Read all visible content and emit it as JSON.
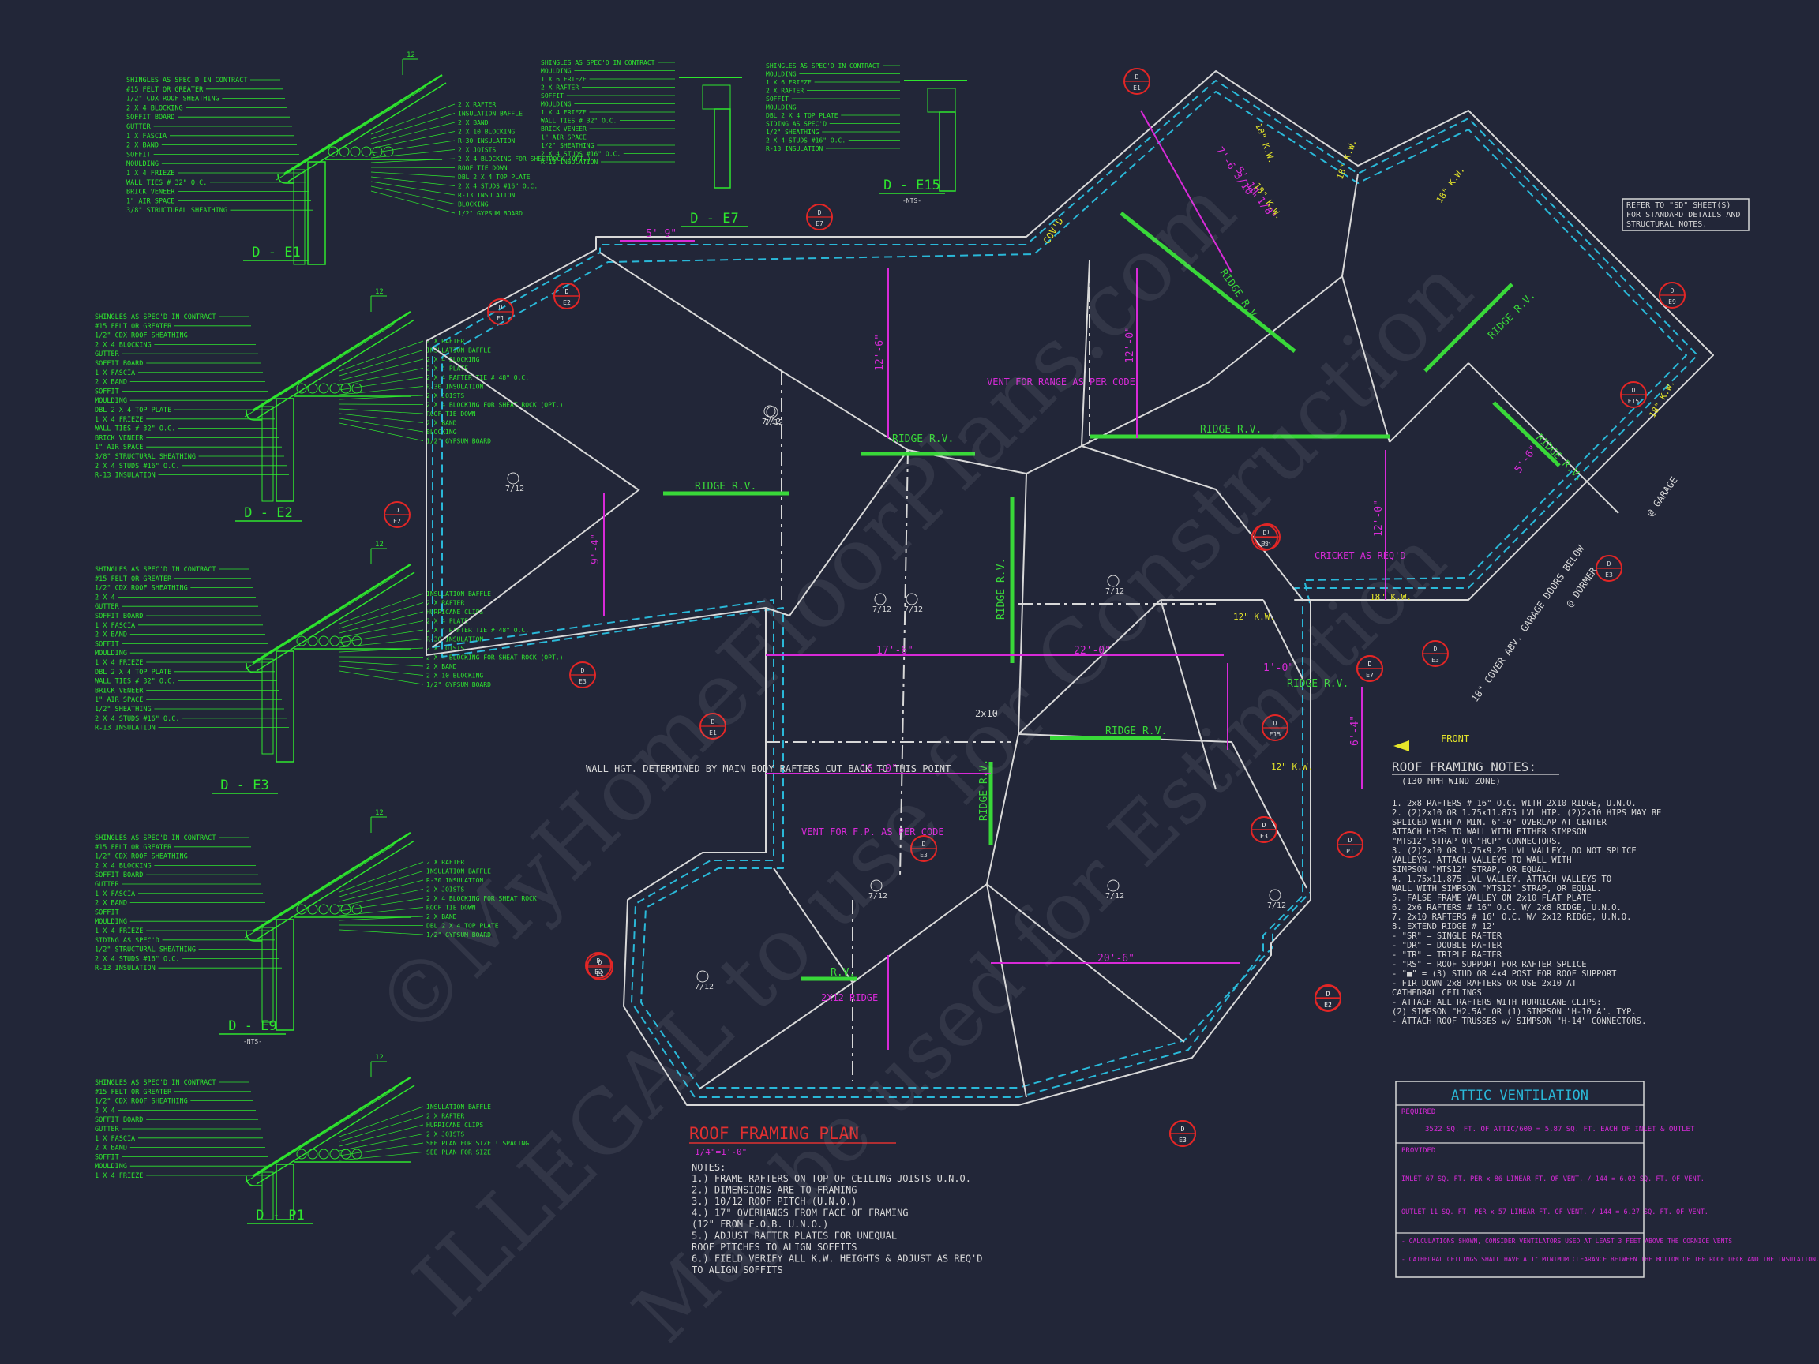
{
  "details": [
    {
      "id": "d-e1",
      "title": "D - E1",
      "subtitle": "",
      "pitch": "12",
      "left_labels": [
        "SHINGLES AS SPEC'D IN CONTRACT",
        "#15 FELT OR GREATER",
        "1/2\" CDX ROOF SHEATHING",
        "2 X 4 BLOCKING",
        "SOFFIT BOARD",
        "GUTTER",
        "1 X FASCIA",
        "2 X BAND",
        "SOFFIT",
        "MOULDING",
        "1 X 4 FRIEZE",
        "WALL TIES # 32\" O.C.",
        "BRICK VENEER",
        "1\" AIR SPACE",
        "3/8\" STRUCTURAL SHEATHING"
      ],
      "right_labels": [
        "2 X RAFTER",
        "INSULATION BAFFLE",
        "2 X BAND",
        "2 X 10 BLOCKING",
        "R-30 INSULATION",
        "2 X JOISTS",
        "2 X 4 BLOCKING FOR SHEETROCK (OPT.)",
        "ROOF TIE DOWN",
        "DBL 2 X 4 TOP PLATE",
        "2 X 4 STUDS #16\" O.C.",
        "R-13 INSULATION",
        "BLOCKING",
        "1/2\" GYPSUM BOARD"
      ]
    },
    {
      "id": "d-e2",
      "title": "D - E2",
      "subtitle": "",
      "pitch": "12",
      "left_labels": [
        "SHINGLES AS SPEC'D IN CONTRACT",
        "#15 FELT OR GREATER",
        "1/2\" CDX ROOF SHEATHING",
        "2 X 4 BLOCKING",
        "GUTTER",
        "SOFFIT BOARD",
        "1 X FASCIA",
        "2 X BAND",
        "SOFFIT",
        "MOULDING",
        "DBL 2 X 4 TOP PLATE",
        "1 X 4 FRIEZE",
        "WALL TIES # 32\" O.C.",
        "BRICK VENEER",
        "1\" AIR SPACE",
        "3/8\" STRUCTURAL SHEATHING",
        "2 X 4 STUDS #16\" O.C.",
        "R-13 INSULATION"
      ],
      "right_labels": [
        "2 X RAFTER",
        "INSULATION BAFFLE",
        "2 X 4 BLOCKING",
        "2 X 4 PLATE",
        "2 X 4 RAFTER TIE # 48\" O.C.",
        "R-30 INSULATION",
        "2 X JOISTS",
        "2 X 4 BLOCKING FOR SHEAT ROCK (OPT.)",
        "ROOF TIE DOWN",
        "2 X BAND",
        "BLOCKING",
        "1/2\" GYPSUM BOARD"
      ]
    },
    {
      "id": "d-e3",
      "title": "D - E3",
      "subtitle": "",
      "pitch": "12",
      "left_labels": [
        "SHINGLES AS SPEC'D IN CONTRACT",
        "#15 FELT OR GREATER",
        "1/2\" CDX ROOF SHEATHING",
        "2 X 4",
        "GUTTER",
        "SOFFIT BOARD",
        "1 X FASCIA",
        "2 X BAND",
        "SOFFIT",
        "MOULDING",
        "1 X 4 FRIEZE",
        "DBL 2 X 4 TOP PLATE",
        "WALL TIES # 32\" O.C.",
        "BRICK VENEER",
        "1\" AIR SPACE",
        "1/2\" SHEATHING",
        "2 X 4 STUDS #16\" O.C.",
        "R-13 INSULATION"
      ],
      "right_labels": [
        "INSULATION BAFFLE",
        "2 X RAFTER",
        "HURRICANE CLIPS",
        "2 X 4 PLATE",
        "2 X 4 RAFTER TIE # 48\" O.C.",
        "R-30 INSULATION",
        "2 X JOISTS",
        "2 X 4 BLOCKING FOR SHEAT ROCK (OPT.)",
        "2 X BAND",
        "2 X 10 BLOCKING",
        "1/2\" GYPSUM BOARD"
      ]
    },
    {
      "id": "d-e9",
      "title": "D - E9",
      "subtitle": "-NTS-",
      "pitch": "12",
      "left_labels": [
        "SHINGLES AS SPEC'D IN CONTRACT",
        "#15 FELT OR GREATER",
        "1/2\" CDX ROOF SHEATHING",
        "2 X 4 BLOCKING",
        "SOFFIT BOARD",
        "GUTTER",
        "1 X FASCIA",
        "2 X BAND",
        "SOFFIT",
        "MOULDING",
        "1 X 4 FRIEZE",
        "SIDING AS SPEC'D",
        "1/2\" STRUCTURAL SHEATHING",
        "2 X 4 STUDS #16\" O.C.",
        "R-13 INSULATION"
      ],
      "right_labels": [
        "2 X RAFTER",
        "INSULATION BAFFLE",
        "R-30 INSULATION",
        "2 X JOISTS",
        "2 X 4 BLOCKING FOR SHEAT ROCK",
        "ROOF TIE DOWN",
        "2 X BAND",
        "DBL 2 X 4 TOP PLATE",
        "1/2\" GYPSUM BOARD"
      ]
    },
    {
      "id": "d-p1",
      "title": "D - P1",
      "subtitle": "",
      "pitch": "12",
      "left_labels": [
        "SHINGLES AS SPEC'D IN CONTRACT",
        "#15 FELT OR GREATER",
        "1/2\" CDX ROOF SHEATHING",
        "2 X 4",
        "SOFFIT BOARD",
        "GUTTER",
        "1 X FASCIA",
        "2 X BAND",
        "SOFFIT",
        "MOULDING",
        "1 X 4 FRIEZE"
      ],
      "right_labels": [
        "INSULATION BAFFLE",
        "2 X RAFTER",
        "HURRICANE CLIPS",
        "2 X JOISTS",
        "SEE PLAN FOR SIZE ! SPACING",
        "SEE PLAN FOR SIZE"
      ]
    },
    {
      "id": "d-e7",
      "title": "D - E7",
      "subtitle": "",
      "pitch": "",
      "left_labels": [
        "SHINGLES AS SPEC'D IN CONTRACT",
        "MOULDING",
        "1 X 6 FRIEZE",
        "2 X RAFTER",
        "SOFFIT",
        "MOULDING",
        "1 X 4 FRIEZE",
        "WALL TIES # 32\" O.C.",
        "BRICK VENEER",
        "1\" AIR SPACE",
        "1/2\" SHEATHING",
        "2 X 4 STUDS #16\" O.C.",
        "R-13 INSULATION"
      ],
      "right_labels": []
    },
    {
      "id": "d-e15",
      "title": "D - E15",
      "subtitle": "-NTS-",
      "pitch": "",
      "left_labels": [
        "SHINGLES AS SPEC'D IN CONTRACT",
        "MOULDING",
        "1 X 6 FRIEZE",
        "2 X RAFTER",
        "SOFFIT",
        "MOULDING",
        "DBL 2 X 4 TOP PLATE",
        "SIDING AS SPEC'D",
        "1/2\" SHEATHING",
        "2 X 4 STUDS #16\" O.C.",
        "R-13 INSULATION"
      ],
      "right_labels": []
    }
  ],
  "plan": {
    "title": "ROOF FRAMING PLAN",
    "scale": "1/4\"=1'-0\"",
    "notes_heading": "NOTES:",
    "notes": [
      "1.) FRAME RAFTERS ON TOP OF CEILING JOISTS U.N.O.",
      "2.) DIMENSIONS ARE TO FRAMING",
      "3.) 10/12 ROOF PITCH (U.N.O.)",
      "4.) 17\" OVERHANGS FROM FACE OF FRAMING",
      "    (12\" FROM F.O.B. U.N.O.)",
      "5.) ADJUST RAFTER PLATES FOR UNEQUAL",
      "    ROOF PITCHES TO ALIGN SOFFITS",
      "6.) FIELD VERIFY ALL K.W. HEIGHTS & ADJUST AS REQ'D",
      "    TO ALIGN SOFFITS"
    ],
    "ridge_labels": [
      "RIDGE R.V.",
      "RIDGE R.V.",
      "RIDGE R.V.",
      "RIDGE R.V.",
      "RIDGE R.V.",
      "RIDGE R.V.",
      "RIDGE R.V.",
      "RIDGE R.V.",
      "RIDGE R.V.",
      "RIDGE R.V.",
      "R.V."
    ],
    "dims": [
      "5'-9\"",
      "12'-6\"",
      "12'-0\"",
      "9'-4\"",
      "17'-6\"",
      "22'-0\"",
      "16'-0\"",
      "20'-6\"",
      "12'-0\"",
      "5'-10 1/8\"",
      "6'-4\"",
      "1'-0\"",
      "7'-6 3/16\"",
      "5'-6\""
    ],
    "kw_labels": [
      "18\" K.W.",
      "18\" K.W.",
      "18\" K.W.",
      "18\" K.W.",
      "12\" K.W.",
      "12\" K.W.",
      "18\" K.W.",
      "18\" K.W."
    ],
    "pitch_labels": [
      "7/12",
      "7/12",
      "7/12",
      "7/12",
      "7/12",
      "7/12",
      "7/12",
      "7/12",
      "7/12",
      "7/12"
    ],
    "callouts": {
      "vent_range": "VENT FOR RANGE AS PER CODE",
      "vent_fp": "VENT FOR F.P. AS PER CODE",
      "cricket": "CRICKET AS REQ'D",
      "wall_hgt": "WALL HGT. DETERMINED BY MAIN BODY RAFTERS CUT BACK TO THIS POINT",
      "cov_d": "COV'D",
      "ridge_2x12": "2X12 RIDGE",
      "two_x10": "2x10",
      "garage": "@ GARAGE",
      "dormer": "@ DORMER",
      "cover_garage": "18\" COVER ABV. GARAGE DOORS BELOW",
      "front": "FRONT"
    },
    "section_markers": [
      "E2",
      "E1",
      "E2",
      "E2",
      "E3",
      "E7",
      "E1",
      "E3",
      "E3",
      "E2",
      "E3",
      "E3",
      "E3",
      "E7",
      "E15",
      "E3",
      "P1",
      "E2",
      "E2",
      "E2",
      "E3",
      "E7",
      "E9",
      "E15",
      "E3",
      "E1",
      "E3"
    ]
  },
  "refer_note": "REFER TO \"SD\" SHEET(S) FOR STANDARD DETAILS AND STRUCTURAL NOTES.",
  "roof_framing_notes": {
    "title": "ROOF FRAMING NOTES:",
    "subtitle": "(130 MPH WIND ZONE)",
    "items": [
      "1. 2x8 RAFTERS # 16\" O.C. WITH 2X10 RIDGE, U.N.O.",
      "2. (2)2x10 OR 1.75x11.875 LVL HIP. (2)2x10 HIPS MAY BE",
      "   SPLICED WITH A MIN. 6'-0\" OVERLAP AT CENTER",
      "   ATTACH HIPS TO WALL WITH EITHER SIMPSON",
      "   \"MTS12\" STRAP OR \"HCP\" CONNECTORS.",
      "3. (2)2x10 OR 1.75x9.25 LVL VALLEY. DO NOT SPLICE",
      "   VALLEYS. ATTACH VALLEYS TO WALL WITH",
      "   SIMPSON \"MTS12\" STRAP, OR EQUAL.",
      "4. 1.75x11.875 LVL VALLEY. ATTACH VALLEYS TO",
      "   WALL WITH SIMPSON \"MTS12\" STRAP, OR EQUAL.",
      "5. FALSE FRAME VALLEY ON 2x10 FLAT PLATE",
      "6. 2x6 RAFTERS # 16\" O.C. W/ 2x8 RIDGE, U.N.O.",
      "7. 2x10 RAFTERS # 16\" O.C. W/ 2x12 RIDGE, U.N.O.",
      "8. EXTEND RIDGE # 12\"",
      "- \"SR\" = SINGLE RAFTER",
      "- \"DR\" = DOUBLE RAFTER",
      "- \"TR\" = TRIPLE RAFTER",
      "- \"RS\" = ROOF SUPPORT FOR RAFTER SPLICE",
      "- \"■\" = (3) STUD OR 4x4 POST FOR ROOF SUPPORT",
      "- FIR DOWN 2x8 RAFTERS OR USE 2x10 AT",
      "  CATHEDRAL CEILINGS",
      "- ATTACH ALL RAFTERS WITH HURRICANE CLIPS:",
      "  (2) SIMPSON \"H2.5A\" OR (1) SIMPSON \"H-10 A\". TYP.",
      "- ATTACH ROOF TRUSSES w/ SIMPSON \"H-14\" CONNECTORS."
    ]
  },
  "attic_ventilation": {
    "title": "ATTIC VENTILATION",
    "required_label": "REQUIRED",
    "required_line": "3522  SQ. FT. OF ATTIC/600 = 5.87  SQ. FT. EACH OF INLET & OUTLET",
    "provided_label": "PROVIDED",
    "inlet_line": "INLET 67 SQ. FT. PER x 86 LINEAR FT. OF VENT. / 144 = 6.02 SQ. FT. OF VENT.",
    "outlet_line": "OUTLET 11 SQ. FT. PER x 57 LINEAR FT. OF VENT. / 144 = 6.27 SQ. FT. OF VENT.",
    "footnotes": [
      "- CALCULATIONS SHOWN, CONSIDER VENTILATORS USED AT LEAST 3 FEET ABOVE THE CORNICE VENTS",
      "- CATHEDRAL CEILINGS SHALL HAVE A 1\" MINIMUM CLEARANCE BETWEEN THE BOTTOM OF THE ROOF DECK AND THE INSULATION."
    ]
  },
  "watermark": {
    "line1": "©MyHomeFloorPlans.com",
    "line2": "ILLEGAL to use for Construction",
    "line3": "May be used for Estimation"
  },
  "colors": {
    "background": "#222638",
    "detail_green": "#2ee62e",
    "ridge_green": "#39d839",
    "dim_magenta": "#d82ad8",
    "overhang_cyan": "#2ab8d8",
    "marker_red": "#e22626",
    "kw_yellow": "#e6e62a",
    "line_white": "#d8d8d8",
    "title_red": "#e03030"
  }
}
